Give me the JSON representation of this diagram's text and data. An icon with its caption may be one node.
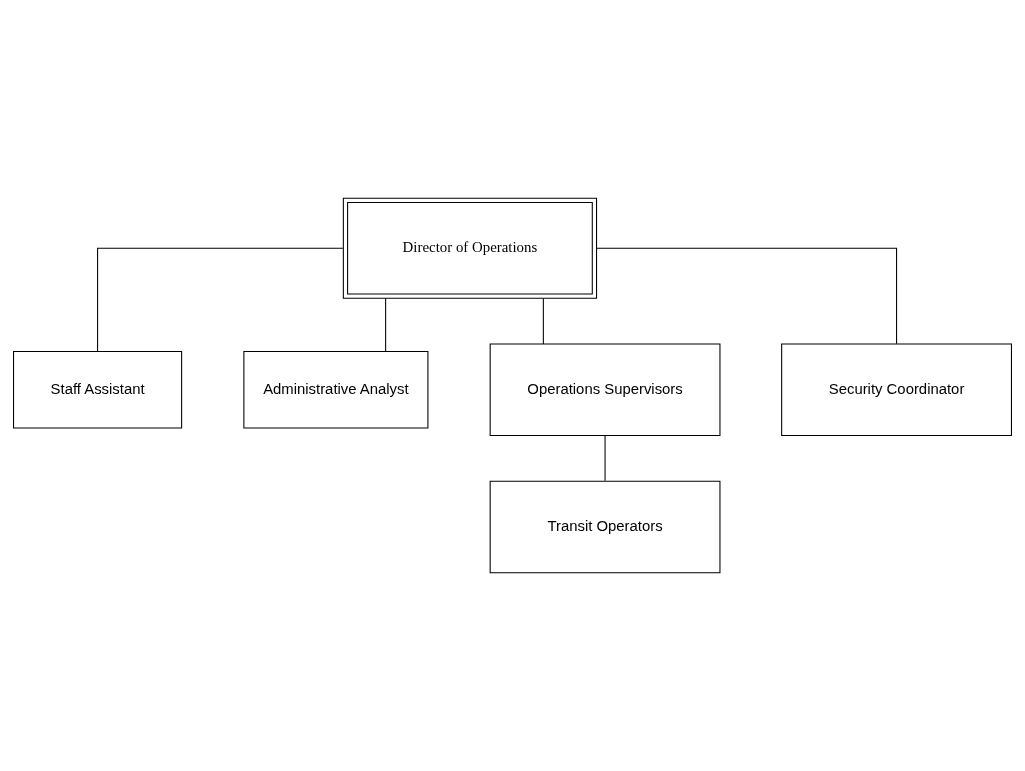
{
  "diagram": {
    "nodes": [
      {
        "text": [
          "Director of Operations"
        ]
      },
      {
        "text": [
          "Staff Assistant"
        ]
      },
      {
        "text": [
          "Administrative Analyst"
        ]
      },
      {
        "text": [
          "Operations Supervisors"
        ]
      },
      {
        "text": [
          "Security Coordinator"
        ]
      },
      {
        "text": [
          "Transit Operators"
        ]
      }
    ],
    "edges": [
      {
        "from": 0,
        "to": 1,
        "arrow": "none"
      },
      {
        "from": 0,
        "to": 2,
        "arrow": "none"
      },
      {
        "from": 0,
        "to": 3,
        "arrow": "none"
      },
      {
        "from": 0,
        "to": 4,
        "arrow": "none"
      },
      {
        "from": 3,
        "to": 5,
        "arrow": "none"
      }
    ]
  }
}
